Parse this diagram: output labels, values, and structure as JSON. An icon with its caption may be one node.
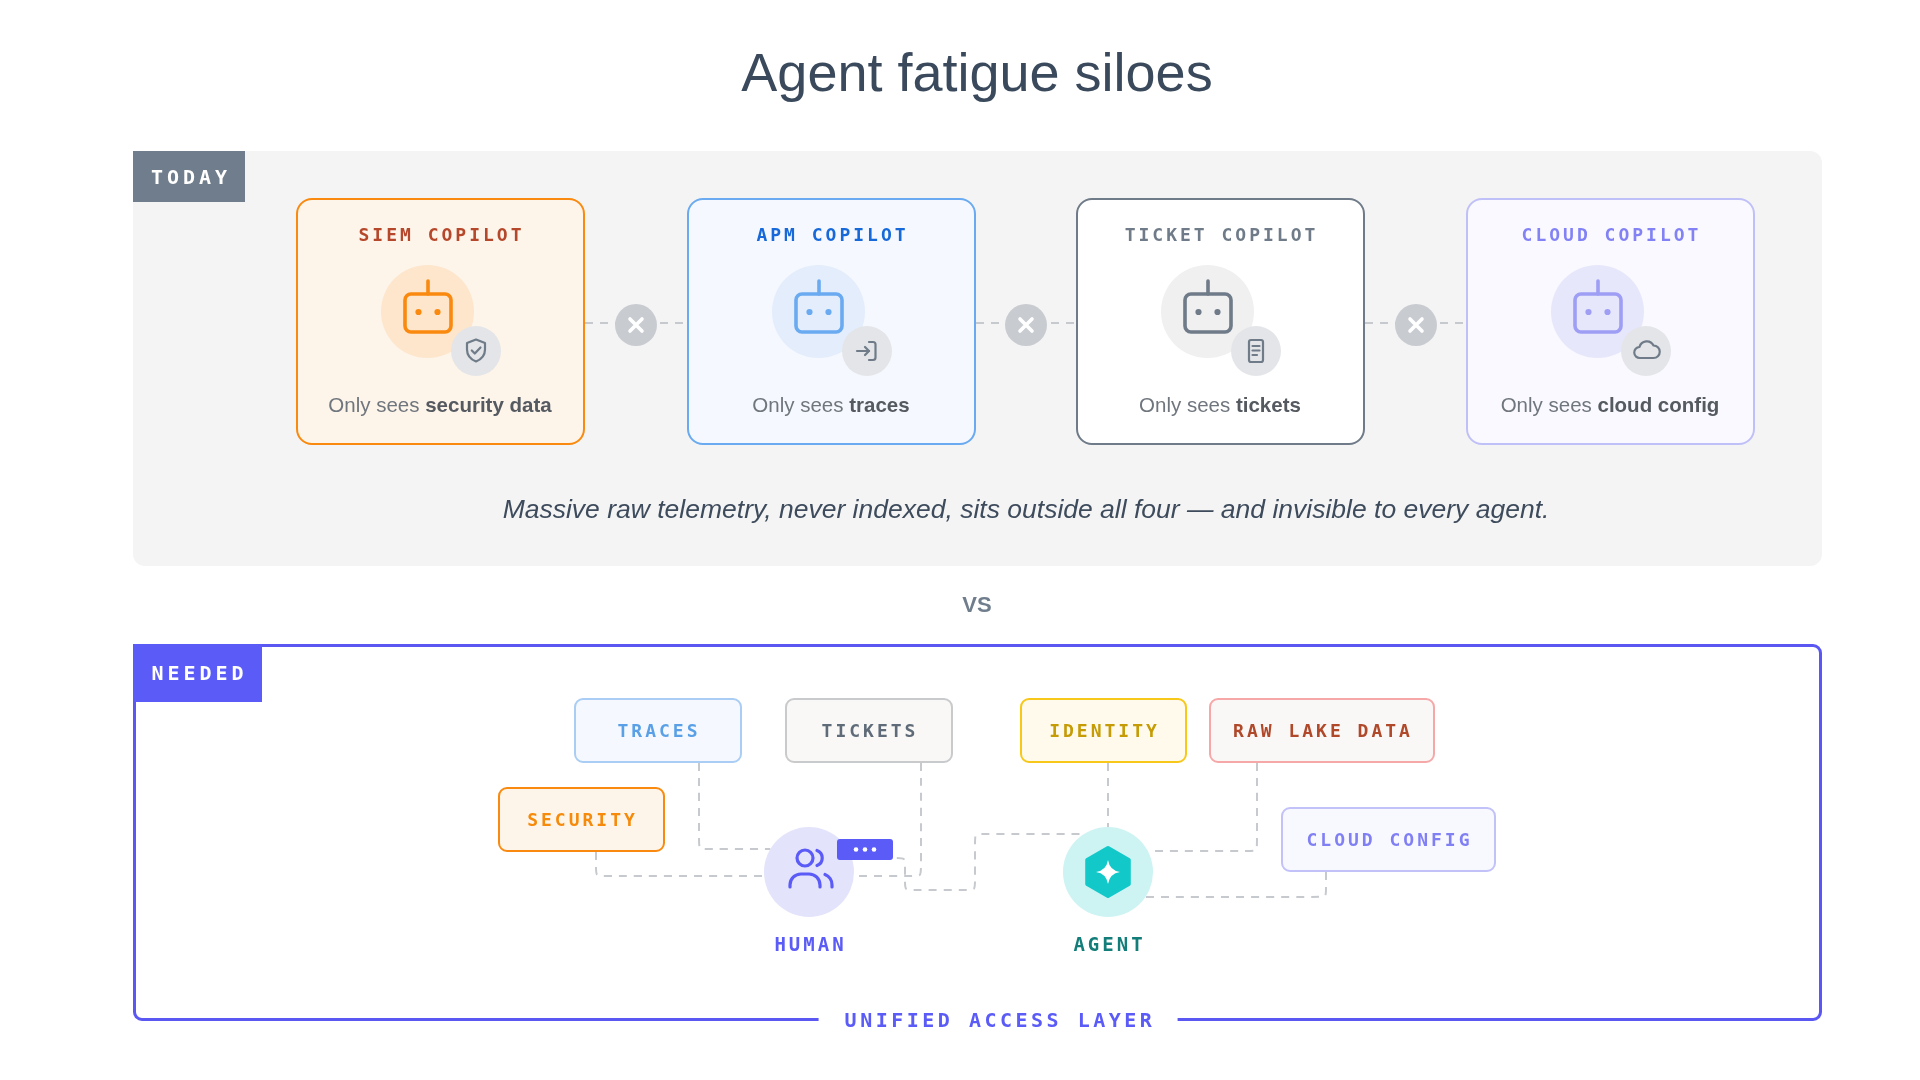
{
  "diagram": {
    "title": "Agent fatigue siloes",
    "nodes": [
      {
        "text": [
          "TODAY",
          "Massive raw telemetry, never indexed, sits outside all four — and invisible to every agent."
        ]
      },
      {
        "text": [
          "SIEM COPILOT",
          "Only sees **security data**"
        ],
        "in": 0
      },
      {
        "text": [
          "APM COPILOT",
          "Only sees **traces**"
        ],
        "in": 0
      },
      {
        "text": [
          "TICKET COPILOT",
          "Only sees **tickets**"
        ],
        "in": 0
      },
      {
        "text": [
          "CLOUD COPILOT",
          "Only sees **cloud config**"
        ],
        "in": 0
      },
      {
        "text": [
          "NEEDED",
          "UNIFIED ACCESS LAYER"
        ]
      },
      {
        "text": [
          "TRACES"
        ],
        "in": 5
      },
      {
        "text": [
          "TICKETS"
        ],
        "in": 5
      },
      {
        "text": [
          "IDENTITY"
        ],
        "in": 5
      },
      {
        "text": [
          "RAW LAKE DATA"
        ],
        "in": 5
      },
      {
        "text": [
          "SECURITY"
        ],
        "in": 5
      },
      {
        "text": [
          "CLOUD CONFIG"
        ],
        "in": 5
      },
      {
        "text": [
          "HUMAN"
        ],
        "in": 5
      },
      {
        "text": [
          "AGENT"
        ],
        "in": 5
      }
    ],
    "edges": [
      {
        "from": 1,
        "to": 2,
        "arrow": "none",
        "style": "dashed"
      },
      {
        "from": 2,
        "to": 3,
        "arrow": "none",
        "style": "dashed"
      },
      {
        "from": 3,
        "to": 4,
        "arrow": "none",
        "style": "dashed"
      },
      {
        "from": 6,
        "to": 12,
        "arrow": "none",
        "style": "dashed"
      },
      {
        "from": 7,
        "to": 12,
        "arrow": "none",
        "style": "dashed"
      },
      {
        "from": 10,
        "to": 12,
        "arrow": "none",
        "style": "dashed"
      },
      {
        "from": 12,
        "to": 13,
        "arrow": "none",
        "style": "dashed"
      },
      {
        "from": 8,
        "to": 13,
        "arrow": "none",
        "style": "dashed"
      },
      {
        "from": 9,
        "to": 13,
        "arrow": "none",
        "style": "dashed"
      },
      {
        "from": 11,
        "to": 13,
        "arrow": "none",
        "style": "dashed"
      }
    ],
    "labels": [
      "VS"
    ]
  }
}
